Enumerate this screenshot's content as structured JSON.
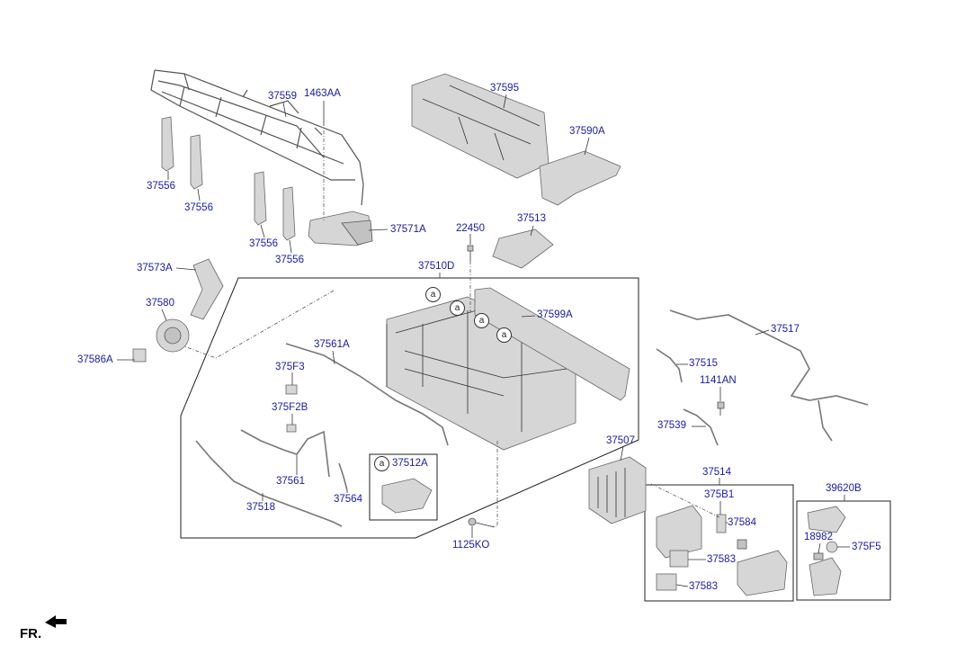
{
  "labels": {
    "p37595": "37595",
    "p37590A": "37590A",
    "p37559": "37559",
    "p1463AA": "1463AA",
    "p37556_a": "37556",
    "p37556_b": "37556",
    "p37556_c": "37556",
    "p37556_d": "37556",
    "p37571A": "37571A",
    "p22450": "22450",
    "p37513": "37513",
    "p37510D": "37510D",
    "p37573A": "37573A",
    "p37580": "37580",
    "p37586A": "37586A",
    "p37599A": "37599A",
    "p37561A": "37561A",
    "p375F3": "375F3",
    "p375F2B": "375F2B",
    "p37561": "37561",
    "p37564": "37564",
    "p37518": "37518",
    "p37512A": "37512A",
    "p1125KO": "1125KO",
    "p37517": "37517",
    "p37515": "37515",
    "p1141AN": "1141AN",
    "p37539": "37539",
    "p37507": "37507",
    "p37514": "37514",
    "p375B1": "375B1",
    "p37584": "37584",
    "p37583_a": "37583",
    "p37583_b": "37583",
    "p39620B": "39620B",
    "p18982": "18982",
    "p375F5": "375F5"
  },
  "callouts": {
    "a1": "a",
    "a2": "a",
    "a3": "a",
    "a4": "a",
    "inset_a": "a"
  },
  "direction": "FR.",
  "colors": {
    "label": "#1a1aa8",
    "part_fill": "#d6d6d6",
    "line": "#333333"
  }
}
